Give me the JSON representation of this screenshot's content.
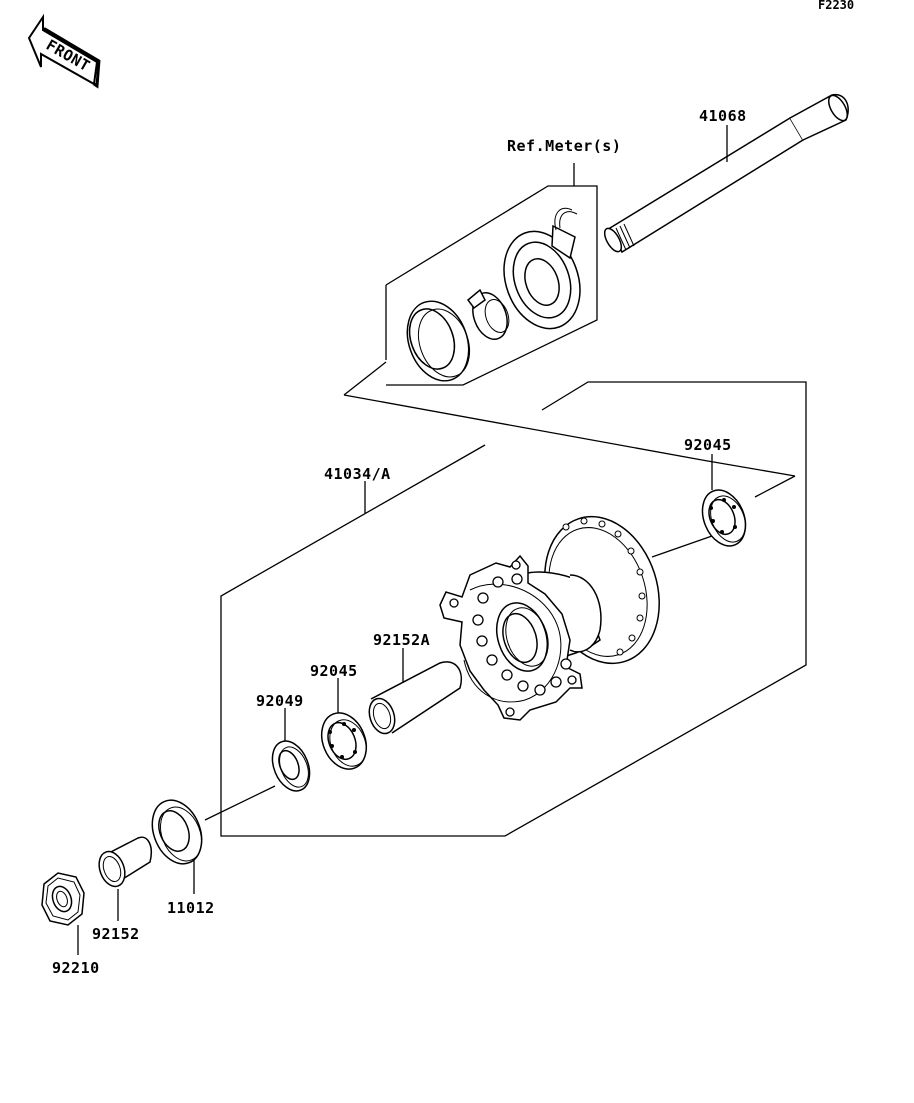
{
  "diagram": {
    "figure_code": "F2230",
    "front_label": "FRONT",
    "labels": {
      "ref_meter": "Ref.Meter(s)",
      "axle": "41068",
      "bearing_right": "92045",
      "hub_assy": "41034/A",
      "spacer_inner": "92152A",
      "bearing_left": "92045",
      "oil_seal": "92049",
      "collar": "11012",
      "spacer_outer": "92152",
      "nut": "92210"
    }
  }
}
